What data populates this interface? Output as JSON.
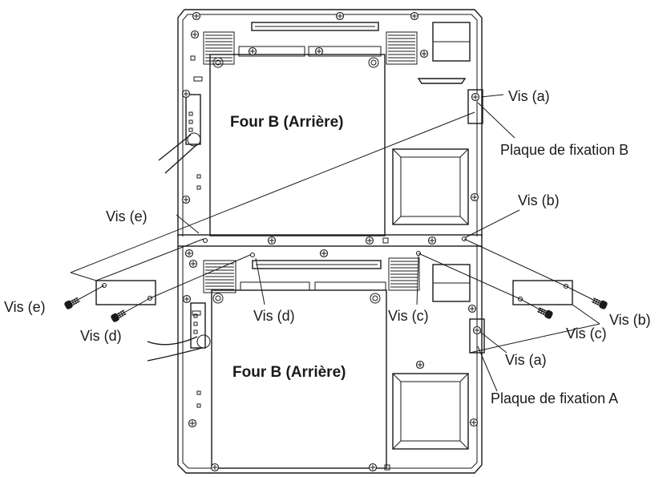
{
  "labels": {
    "screw_a": "Vis (a)",
    "screw_b": "Vis (b)",
    "screw_c": "Vis (c)",
    "screw_d": "Vis (d)",
    "screw_e": "Vis (e)",
    "plate_b": "Plaque de fixation B",
    "plate_a": "Plaque de fixation A",
    "oven_upper": "Four B (Arrière)",
    "oven_lower": "Four B (Arrière)"
  }
}
